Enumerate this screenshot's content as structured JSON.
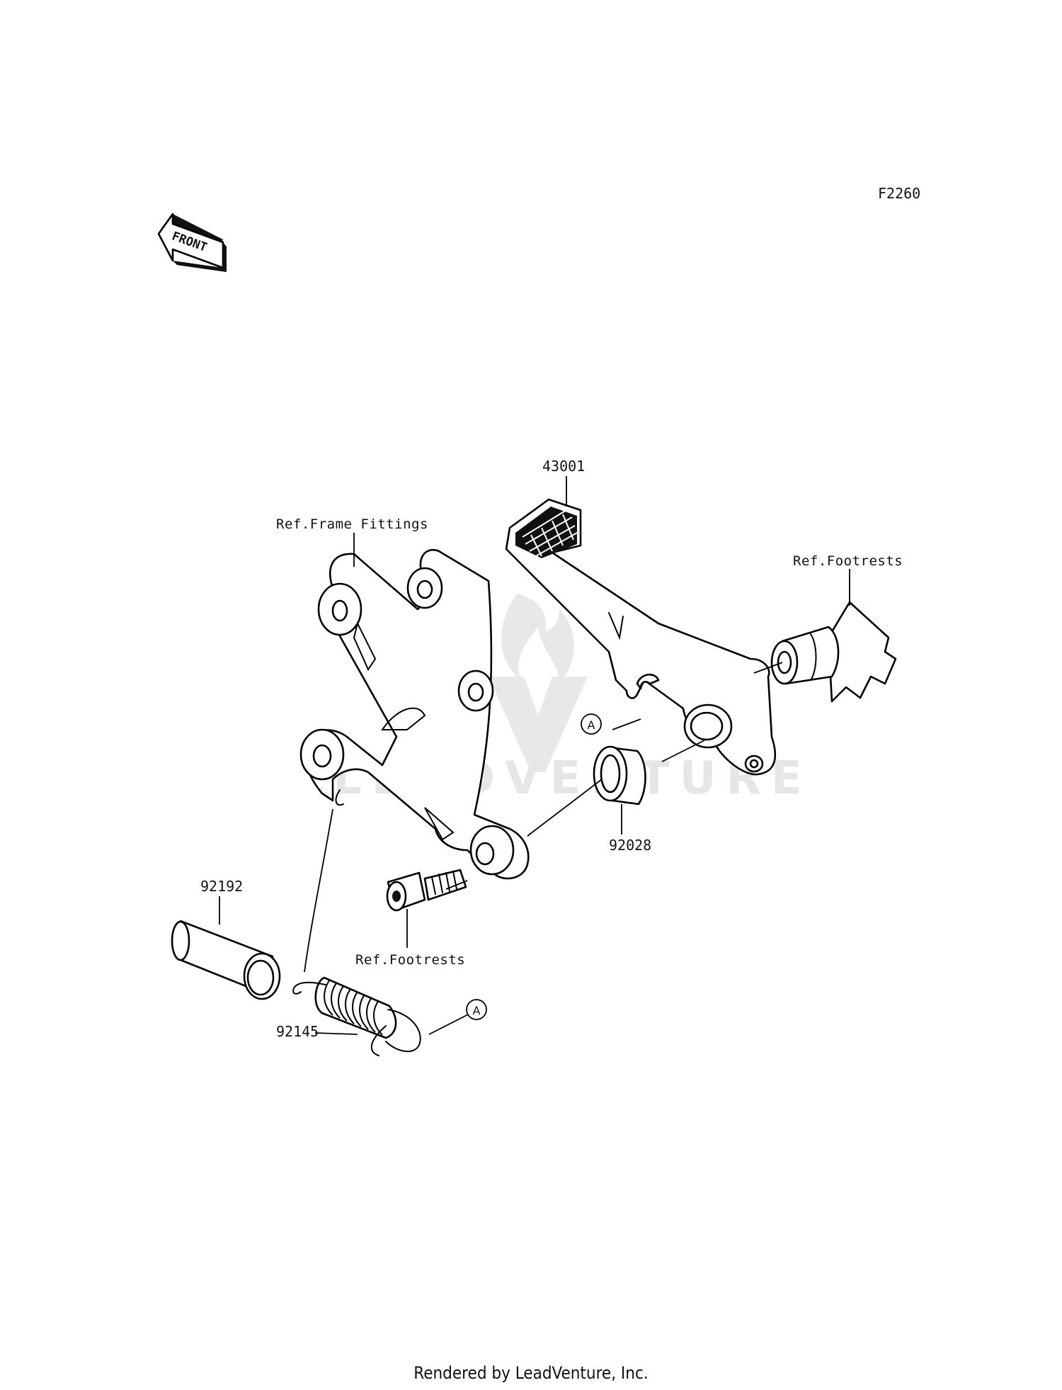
{
  "diagram_code": "F2260",
  "front_marker": "FRONT",
  "callouts": {
    "pedal": "43001",
    "frame_ref": "Ref.Frame Fittings",
    "footrest_ref_right": "Ref.Footrests",
    "bushing": "92028",
    "collar": "92192",
    "footrest_ref_bottom": "Ref.Footrests",
    "spring": "92145",
    "connector_a_upper": "A",
    "connector_a_lower": "A"
  },
  "watermark_text": "LEADVENTURE",
  "credit": "Rendered by LeadVenture, Inc."
}
